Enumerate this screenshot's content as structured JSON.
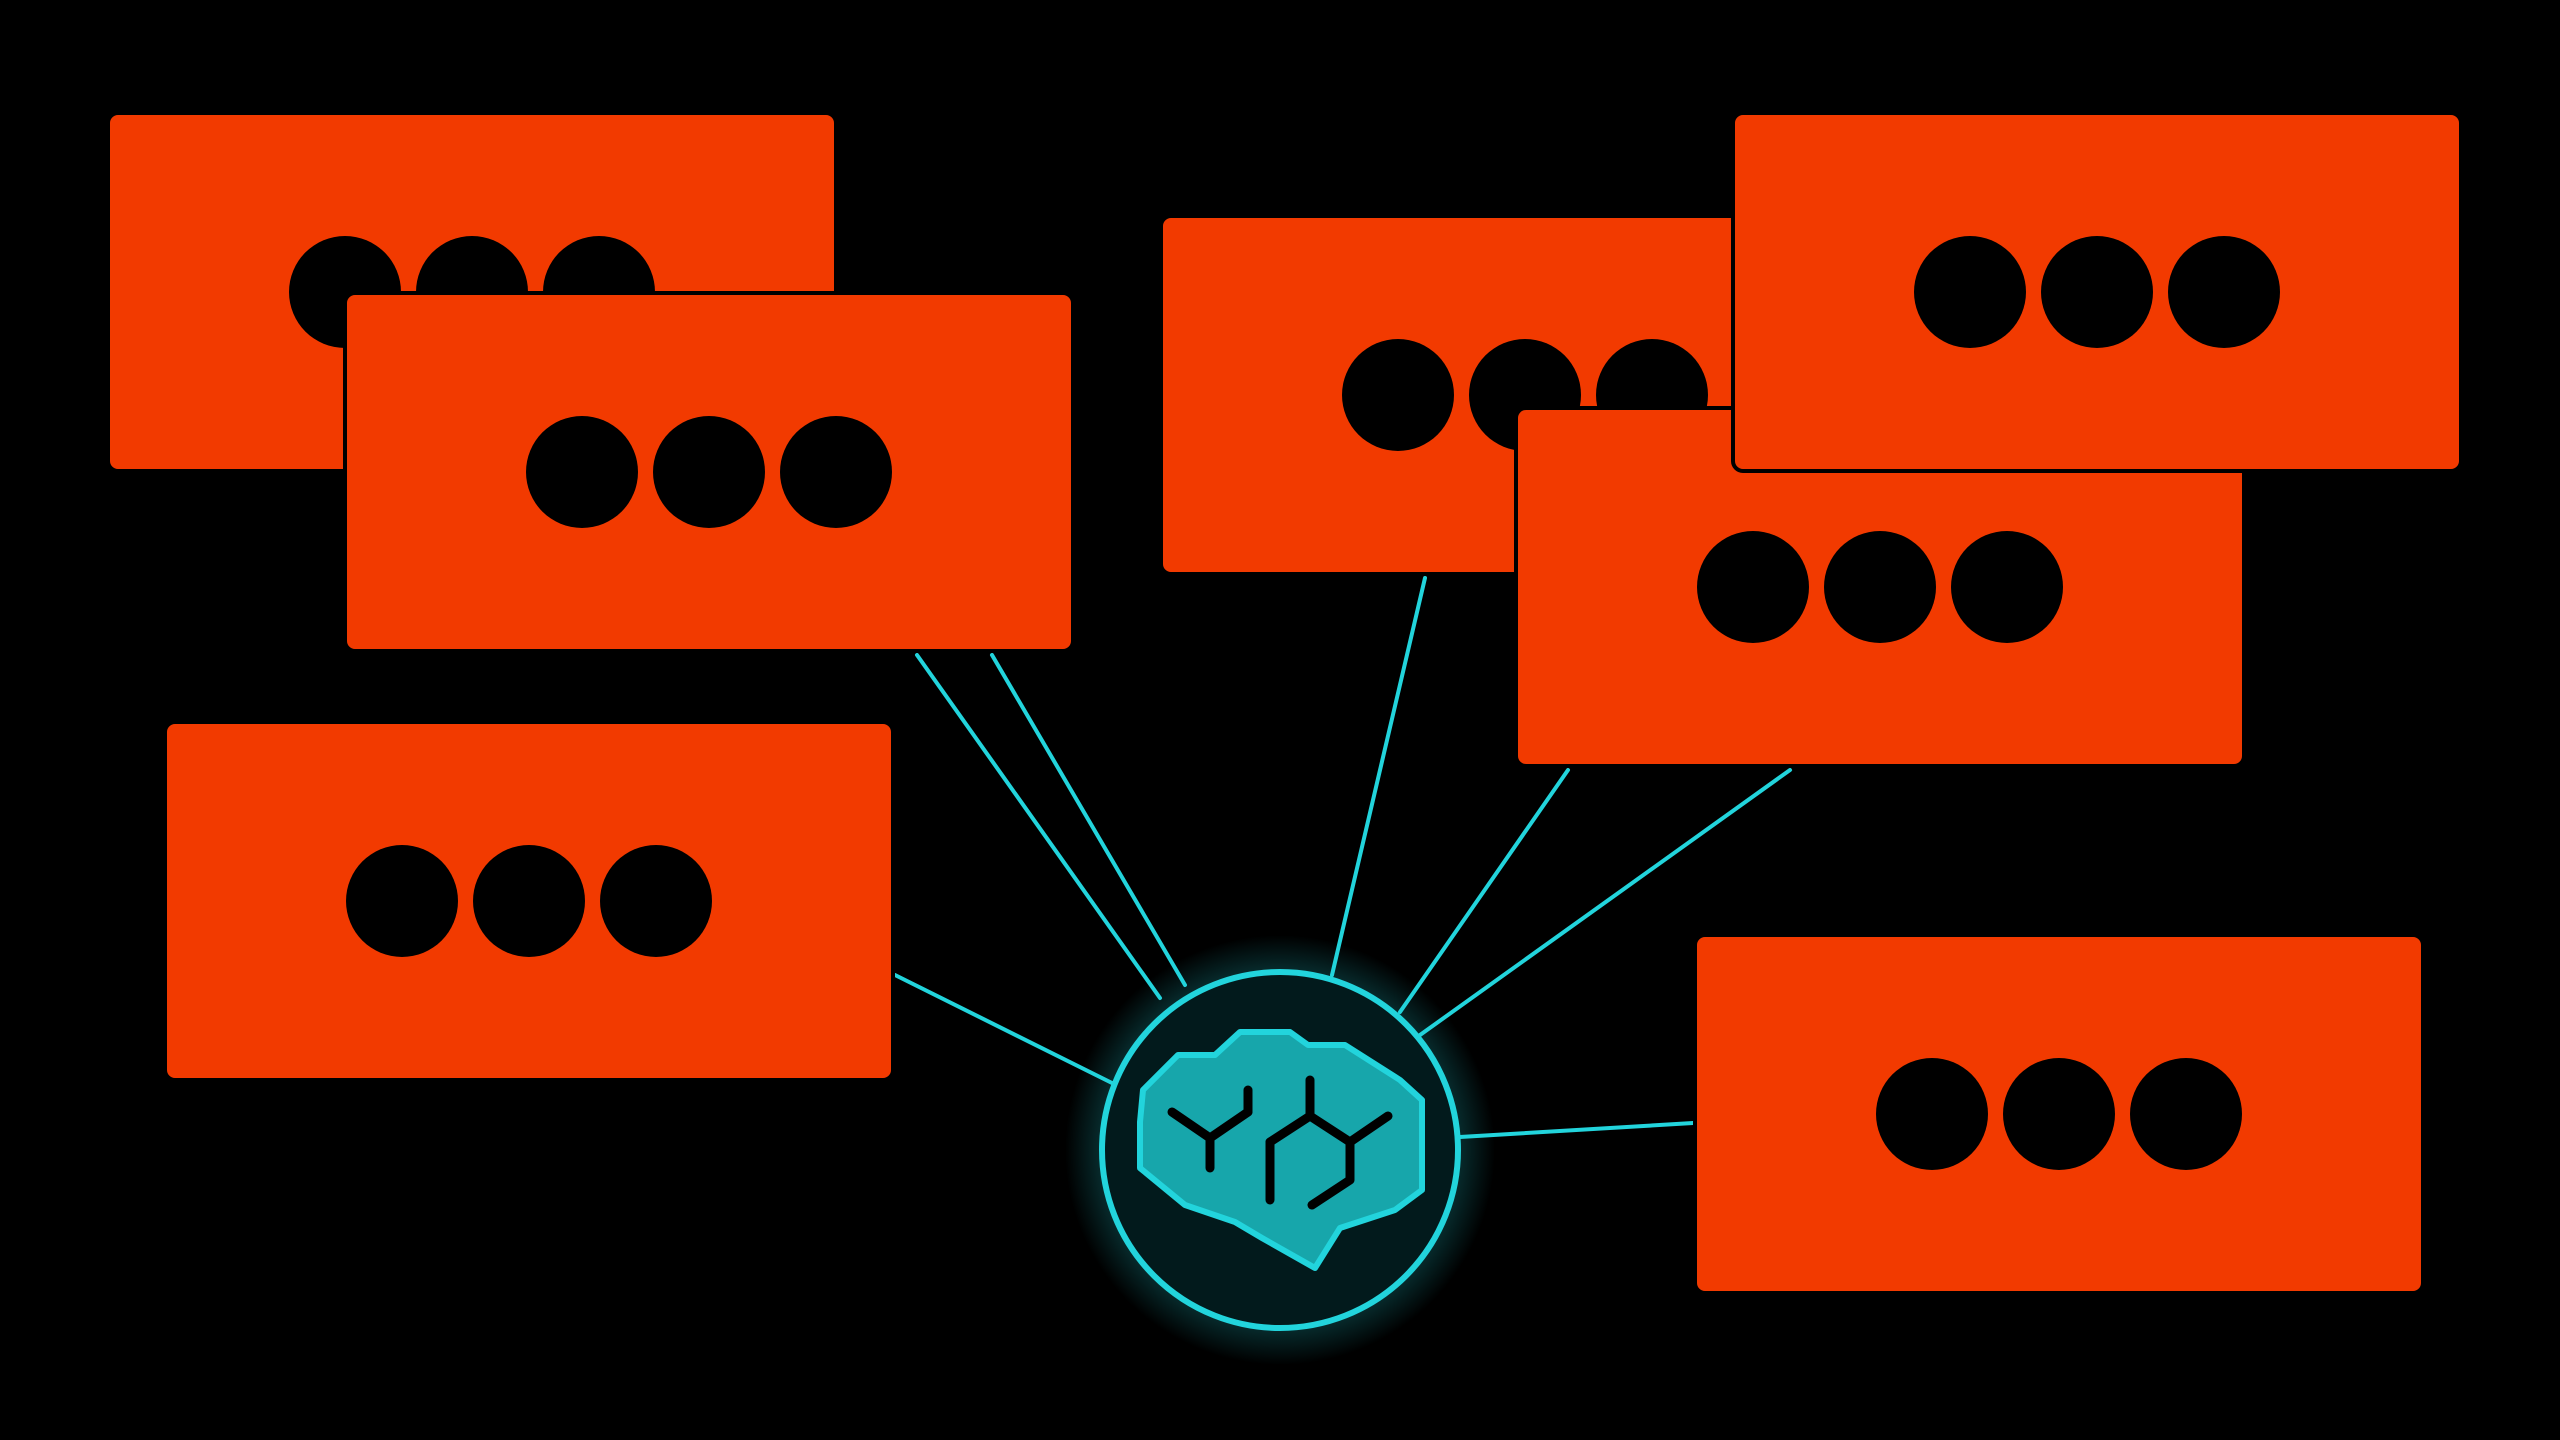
{
  "colors": {
    "background": "#000000",
    "bubble": "#F23A00",
    "dot": "#000000",
    "accent": "#22D4DC",
    "brain_fill": "#17A6AB",
    "hub_fill": "#021A1C"
  },
  "icons": {
    "hub": "brain-network-icon",
    "bubble": "typing-indicator-icon"
  },
  "bubbles": [
    {
      "id": "message-bubble-1",
      "dots": 3
    },
    {
      "id": "message-bubble-2",
      "dots": 3
    },
    {
      "id": "message-bubble-3",
      "dots": 3
    },
    {
      "id": "message-bubble-4",
      "dots": 3
    },
    {
      "id": "message-bubble-5",
      "dots": 3
    },
    {
      "id": "message-bubble-6",
      "dots": 3
    },
    {
      "id": "message-bubble-7",
      "dots": 3
    }
  ]
}
